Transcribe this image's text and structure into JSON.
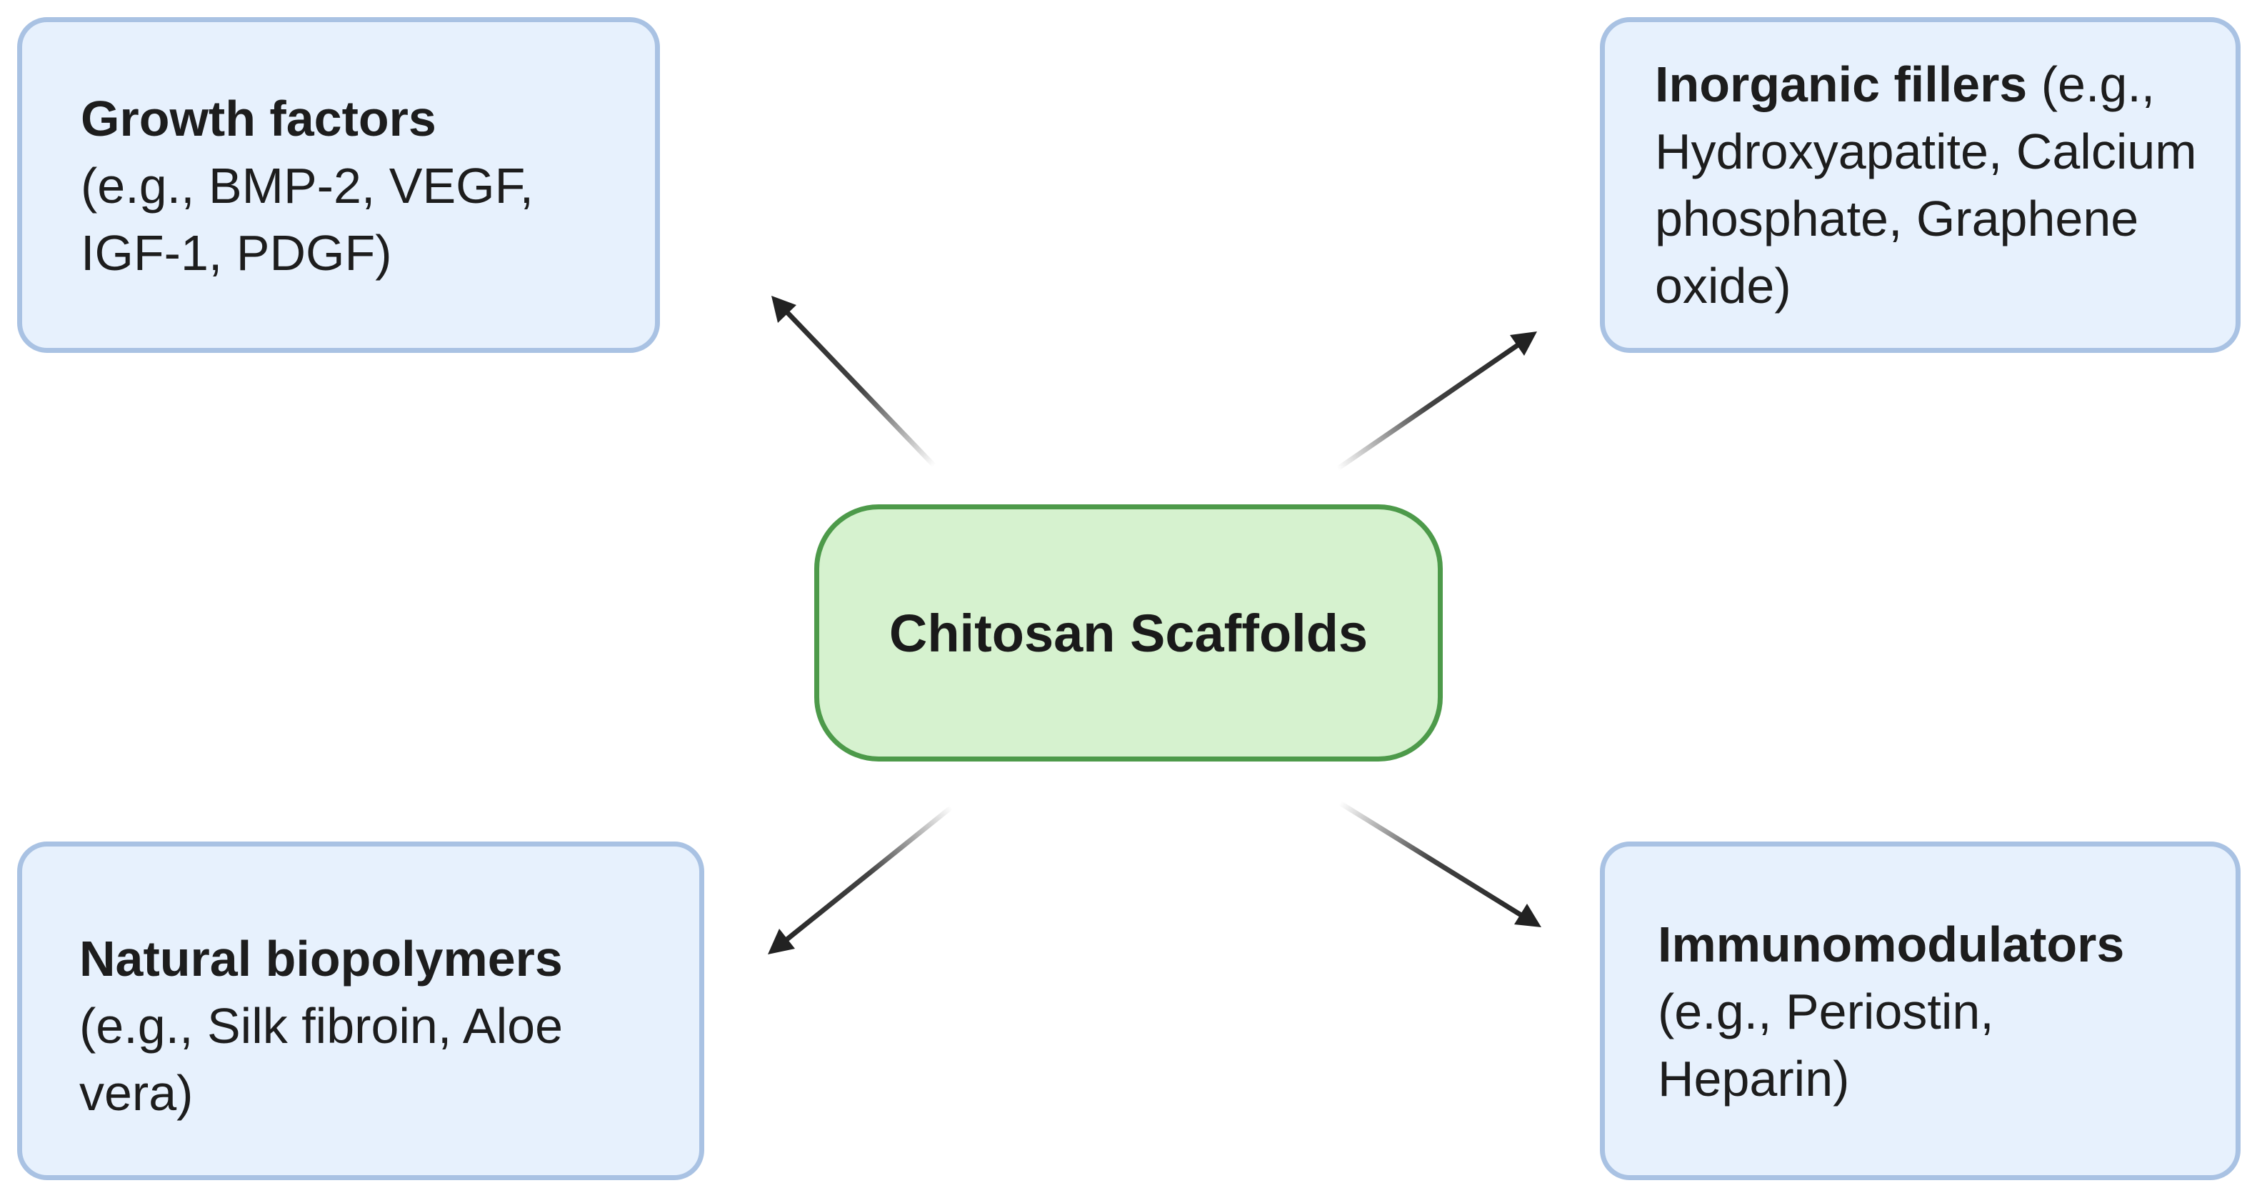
{
  "center": {
    "label": "Chitosan Scaffolds"
  },
  "boxes": {
    "growth_factors": {
      "title": "Growth factors",
      "detail": "(e.g., BMP-2, VEGF, IGF-1, PDGF)"
    },
    "inorganic_fillers": {
      "title": "Inorganic fillers",
      "detail": "(e.g., Hydroxyapatite, Calcium phosphate, Graphene oxide)"
    },
    "natural_biopolymers": {
      "title": "Natural biopolymers",
      "detail": "(e.g., Silk fibroin, Aloe vera)"
    },
    "immunomodulators": {
      "title": "Immunomodulators",
      "detail": "(e.g., Periostin, Heparin)"
    }
  },
  "colors": {
    "box_fill": "#e7f1fd",
    "box_border": "#a9c2e3",
    "center_fill": "#d6f2cf",
    "center_border": "#4d9a4a",
    "arrow": "#222222"
  }
}
